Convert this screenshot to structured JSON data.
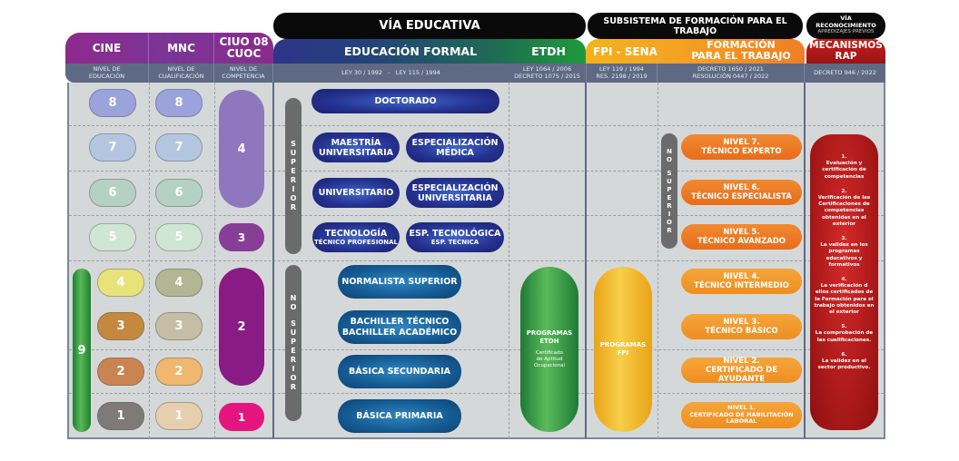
{
  "headers": {
    "via_educativa": "VÍA EDUCATIVA",
    "subsistema": "SUBSISTEMA DE FORMACIÓN PARA EL TRABAJO",
    "via_reconocimiento_1": "VÍA",
    "via_reconocimiento_2": "RECONOCIMIENTO",
    "via_reconocimiento_3": "APREDIZAJES PREVIOS",
    "cine": "CINE",
    "mnc": "MNC",
    "ciuo_1": "CIUO 08",
    "ciuo_2": "CUOC",
    "educacion_formal": "EDUCACIÓN FORMAL",
    "etdh": "ETDH",
    "fpi_sena": "FPI - SENA",
    "formacion_1": "FORMACIÓN",
    "formacion_2": "PARA EL TRABAJO",
    "mecanismos_1": "MECANISMOS",
    "mecanismos_2": "RAP"
  },
  "subheaders": {
    "cine_1": "NIVEL DE",
    "cine_2": "EDUCACIÓN",
    "mnc_1": "NIVEL DE",
    "mnc_2": "CUALIFICACIÓN",
    "ciuo_1": "NIVEL DE",
    "ciuo_2": "COMPETENCIA",
    "formal": "LEY 30 / 1992   -   LEY 115 / 1994",
    "etdh_1": "LEY 1064 / 2006",
    "etdh_2": "DECRETO 1075 / 2015",
    "fpi_1": "LEY 119 / 1994",
    "fpi_2": "RES. 2198 / 2019",
    "formacion_1": "DECRETO 1650 / 2021",
    "formacion_2": "RESOLUCIÓN 0447 / 2022",
    "rap": "DECRETO 946 / 2022"
  },
  "cine_levels": [
    "8",
    "7",
    "6",
    "5",
    "4",
    "3",
    "2",
    "1"
  ],
  "cine_nine": "9",
  "mnc_levels": [
    "8",
    "7",
    "6",
    "5",
    "4",
    "3",
    "2",
    "1"
  ],
  "ciuo_levels": {
    "four": "4",
    "three": "3",
    "two": "2",
    "one": "1"
  },
  "superior_label": [
    "S",
    "U",
    "P",
    "E",
    "R",
    "I",
    "O",
    "R"
  ],
  "no_superior_label": [
    "N",
    "O",
    "",
    "S",
    "U",
    "P",
    "E",
    "R",
    "I",
    "O",
    "R"
  ],
  "formal_superior": {
    "doctorado": "DOCTORADO",
    "maestria_1": "MAESTRÍA",
    "maestria_2": "UNIVERSITARIA",
    "esp_medica_1": "ESPECIALIZACIÓN",
    "esp_medica_2": "MÉDICA",
    "universitario": "UNIVERSITARIO",
    "esp_univ_1": "ESPECIALIZACIÓN",
    "esp_univ_2": "UNIVERSITARIA",
    "tecnologia_1": "TECNOLOGÍA",
    "tecnologia_2": "TÉCNICO PROFESIONAL",
    "esp_tec_1": "ESP. TECNOLÓGICA",
    "esp_tec_2": "ESP. TECNICA"
  },
  "formal_no_superior": {
    "normalista": "NORMALISTA SUPERIOR",
    "bachiller_1": "BACHILLER TÉCNICO",
    "bachiller_2": "BACHILLER ACADÉMICO",
    "secundaria": "BÁSICA SECUNDARIA",
    "primaria": "BÁSICA PRIMARIA"
  },
  "programas_etdh": {
    "title_1": "PROGRAMAS",
    "title_2": "ETDH",
    "note_1": "Certificado",
    "note_2": "de Aptitud",
    "note_3": "Ocupacional"
  },
  "programas_fpi": {
    "title_1": "PROGRAMAS",
    "title_2": "FPI"
  },
  "niveles_formacion": [
    {
      "l1": "NIVEL 7.",
      "l2": "TÉCNICO EXPERTO"
    },
    {
      "l1": "NIVEL 6.",
      "l2": "TÉCNICO ESPECIALISTA"
    },
    {
      "l1": "NIVEL 5.",
      "l2": "TÉCNICO AVANZADO"
    },
    {
      "l1": "NIVEL 4.",
      "l2": "TÉCNICO INTERMEDIO"
    },
    {
      "l1": "NIVEL 3.",
      "l2": "TÉCNICO BÁSICO"
    },
    {
      "l1": "NIVEL 2.",
      "l2": "CERTIFICADO DE AYUDANTE"
    },
    {
      "l1": "NIVEL 1.",
      "l2": "CERTIFICADO DE HABILITACIÓN",
      "l3": "LABORAL"
    }
  ],
  "rap_items": [
    {
      "num": "1.",
      "text": "Evaluación y certificación de competencias"
    },
    {
      "num": "2.",
      "text": "Verificación de  las Certificaciones de competencias obtenidas en el exterior"
    },
    {
      "num": "3.",
      "text": "La validez en los programas educativos y formativos"
    },
    {
      "num": "4.",
      "text": "La verificación d ellos certificados de la Formación para el trabajo obtenidos en el exterior"
    },
    {
      "num": "5.",
      "text": "La comprobación de las cualificaciones."
    },
    {
      "num": "6.",
      "text": "La validez en el sector productivo."
    }
  ],
  "colors": {
    "cine": [
      "#9aa3dc",
      "#b3c6e0",
      "#b5d1c6",
      "#cfe6d3",
      "#e8e27a",
      "#c4893f",
      "#c98452",
      "#7e7a79"
    ],
    "mnc": [
      "#9aa3dc",
      "#b3c6e0",
      "#b5d1c6",
      "#cfe6d3",
      "#b3b594",
      "#c5bda5",
      "#efb76f",
      "#e5cfae"
    ],
    "ciuo_4": "#8e77bd",
    "ciuo_3": "#873e96",
    "ciuo_2": "#8a1a84",
    "ciuo_1": "#e5157f",
    "green": "#2c9a3f",
    "orange": "#ef7d24",
    "gold": "#f2ad1f",
    "red": "#b01b1b",
    "header_subbar": "#5e6a84"
  }
}
